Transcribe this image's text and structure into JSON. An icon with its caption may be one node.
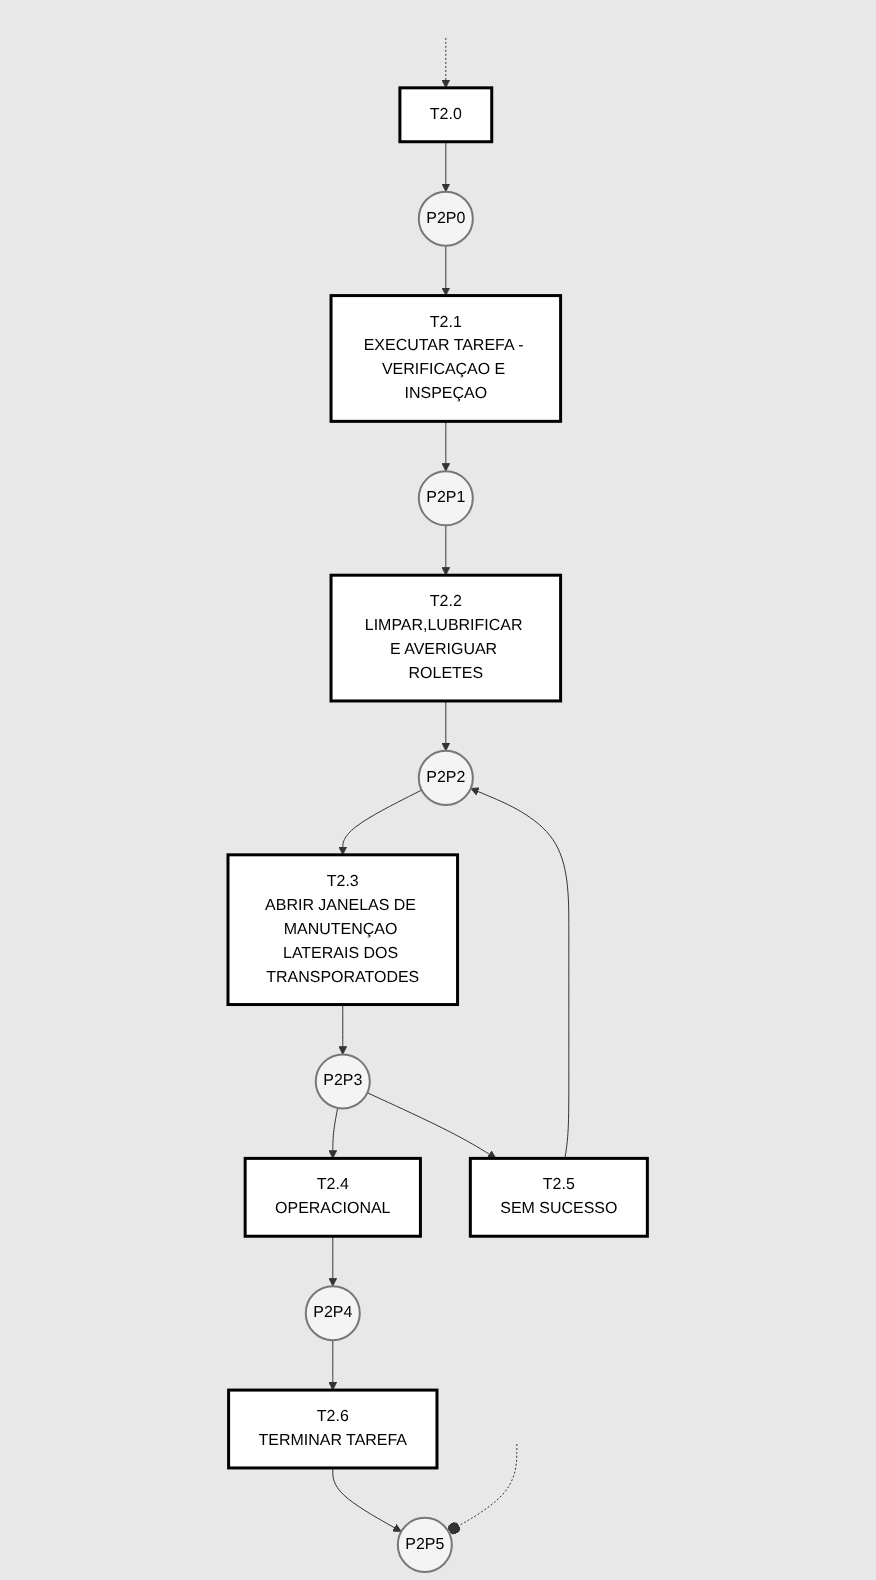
{
  "diagram": {
    "nodes": [
      {
        "text": [
          "T2.0"
        ]
      },
      {
        "text": [
          "P2P0"
        ]
      },
      {
        "text": [
          "T2.1",
          "EXECUTAR TAREFA - VERIFICAÇAO E INSPEÇAO"
        ]
      },
      {
        "text": [
          "P2P1"
        ]
      },
      {
        "text": [
          "T2.2",
          "LIMPAR,LUBRIFICAR E AVERIGUAR ROLETES"
        ]
      },
      {
        "text": [
          "P2P2"
        ]
      },
      {
        "text": [
          "T2.3",
          "ABRIR JANELAS DE MANUTENÇAO LATERAIS DOS TRANSPORATODES"
        ]
      },
      {
        "text": [
          "P2P3"
        ]
      },
      {
        "text": [
          "T2.4",
          "OPERACIONAL"
        ]
      },
      {
        "text": [
          "T2.5",
          "SEM SUCESSO"
        ]
      },
      {
        "text": [
          "P2P4"
        ]
      },
      {
        "text": [
          "T2.6",
          "TERMINAR TAREFA"
        ]
      },
      {
        "text": [
          "P2P5"
        ]
      }
    ],
    "edges": [
      {
        "from": null,
        "to": 0,
        "arrow": "to",
        "style": "dashed"
      },
      {
        "from": 0,
        "to": 1,
        "arrow": "to"
      },
      {
        "from": 1,
        "to": 2,
        "arrow": "to"
      },
      {
        "from": 2,
        "to": 3,
        "arrow": "to"
      },
      {
        "from": 3,
        "to": 4,
        "arrow": "to"
      },
      {
        "from": 4,
        "to": 5,
        "arrow": "to"
      },
      {
        "from": 5,
        "to": 6,
        "arrow": "to"
      },
      {
        "from": 6,
        "to": 7,
        "arrow": "to"
      },
      {
        "from": 7,
        "to": 8,
        "arrow": "to"
      },
      {
        "from": 7,
        "to": 9,
        "arrow": "to"
      },
      {
        "from": 8,
        "to": 10,
        "arrow": "to"
      },
      {
        "from": 9,
        "to": 5,
        "arrow": "to"
      },
      {
        "from": 10,
        "to": 11,
        "arrow": "to"
      },
      {
        "from": 11,
        "to": 12,
        "arrow": "to"
      },
      {
        "from": 12,
        "to": null,
        "arrow": "other",
        "style": "dashed"
      }
    ]
  }
}
